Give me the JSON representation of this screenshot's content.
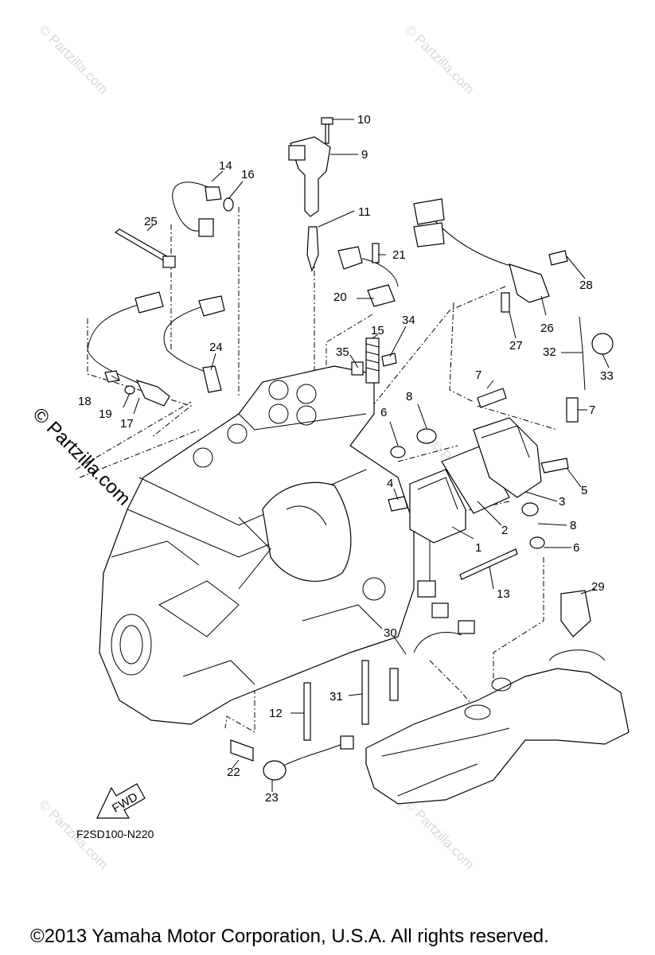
{
  "diagram": {
    "code": "F2SD100-N220",
    "copyright": "©2013  Yamaha Motor Corporation, U.S.A. All rights reserved.",
    "watermark": "© Partzilla.com",
    "fwd_label": "FWD",
    "callouts": {
      "c1": "1",
      "c2": "2",
      "c3": "3",
      "c4": "4",
      "c5": "5",
      "c6a": "6",
      "c6b": "6",
      "c7a": "7",
      "c7b": "7",
      "c8a": "8",
      "c8b": "8",
      "c9": "9",
      "c10": "10",
      "c11": "11",
      "c12": "12",
      "c13": "13",
      "c14": "14",
      "c15": "15",
      "c16": "16",
      "c17": "17",
      "c18": "18",
      "c19": "19",
      "c20": "20",
      "c21": "21",
      "c22": "22",
      "c23": "23",
      "c24": "24",
      "c25": "25",
      "c26": "26",
      "c27": "27",
      "c28": "28",
      "c29": "29",
      "c30": "30",
      "c31": "31",
      "c32": "32",
      "c33": "33",
      "c34": "34",
      "c35": "35"
    }
  }
}
